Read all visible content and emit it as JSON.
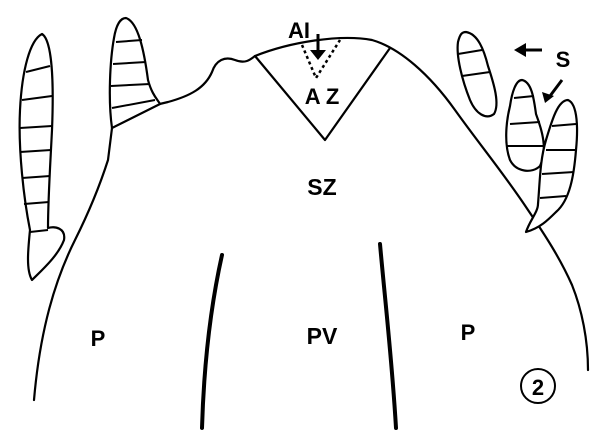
{
  "labels": {
    "apical_initial": "AI",
    "apical_zone": "A Z",
    "subapical_zone": "SZ",
    "spores": "S",
    "paraphysis_left": "P",
    "paraphysis_right": "P",
    "periclinal_vein": "PV",
    "figure_number": "2"
  },
  "colors": {
    "ink": "#000000",
    "background": "#ffffff"
  }
}
